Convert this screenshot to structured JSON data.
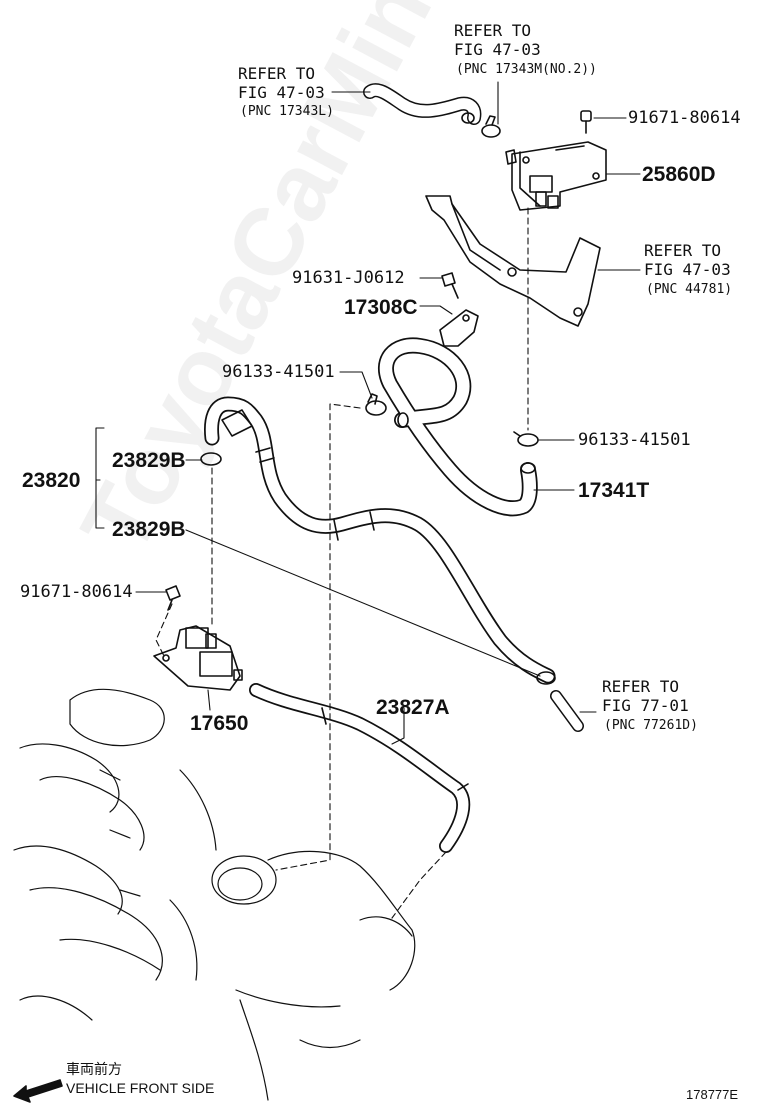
{
  "watermark": "ToyotaCarMine.ru",
  "labels": {
    "ref_17343m_a": "REFER TO",
    "ref_17343m_b": "FIG 47-03",
    "ref_17343m_pnc": "(PNC 17343M(NO.2))",
    "ref_17343l_a": "REFER TO",
    "ref_17343l_b": "FIG 47-03",
    "ref_17343l_pnc": "(PNC 17343L)",
    "pn_91671_top": "91671-80614",
    "pn_25860d": "25860D",
    "ref_44781_a": "REFER TO",
    "ref_44781_b": "FIG 47-03",
    "ref_44781_pnc": "(PNC 44781)",
    "pn_91631": "91631-J0612",
    "pn_17308c": "17308C",
    "pn_96133_left": "96133-41501",
    "pn_96133_right": "96133-41501",
    "pn_17341t": "17341T",
    "pn_23820": "23820",
    "pn_23829b_top": "23829B",
    "pn_23829b_bottom": "23829B",
    "pn_91671_left": "91671-80614",
    "pn_17650": "17650",
    "pn_23827a": "23827A",
    "ref_77261d_a": "REFER TO",
    "ref_77261d_b": "FIG 77-01",
    "ref_77261d_pnc": "(PNC 77261D)",
    "front_jp": "車両前方",
    "front_en": "VEHICLE FRONT SIDE",
    "illustration_id": "178777E"
  }
}
